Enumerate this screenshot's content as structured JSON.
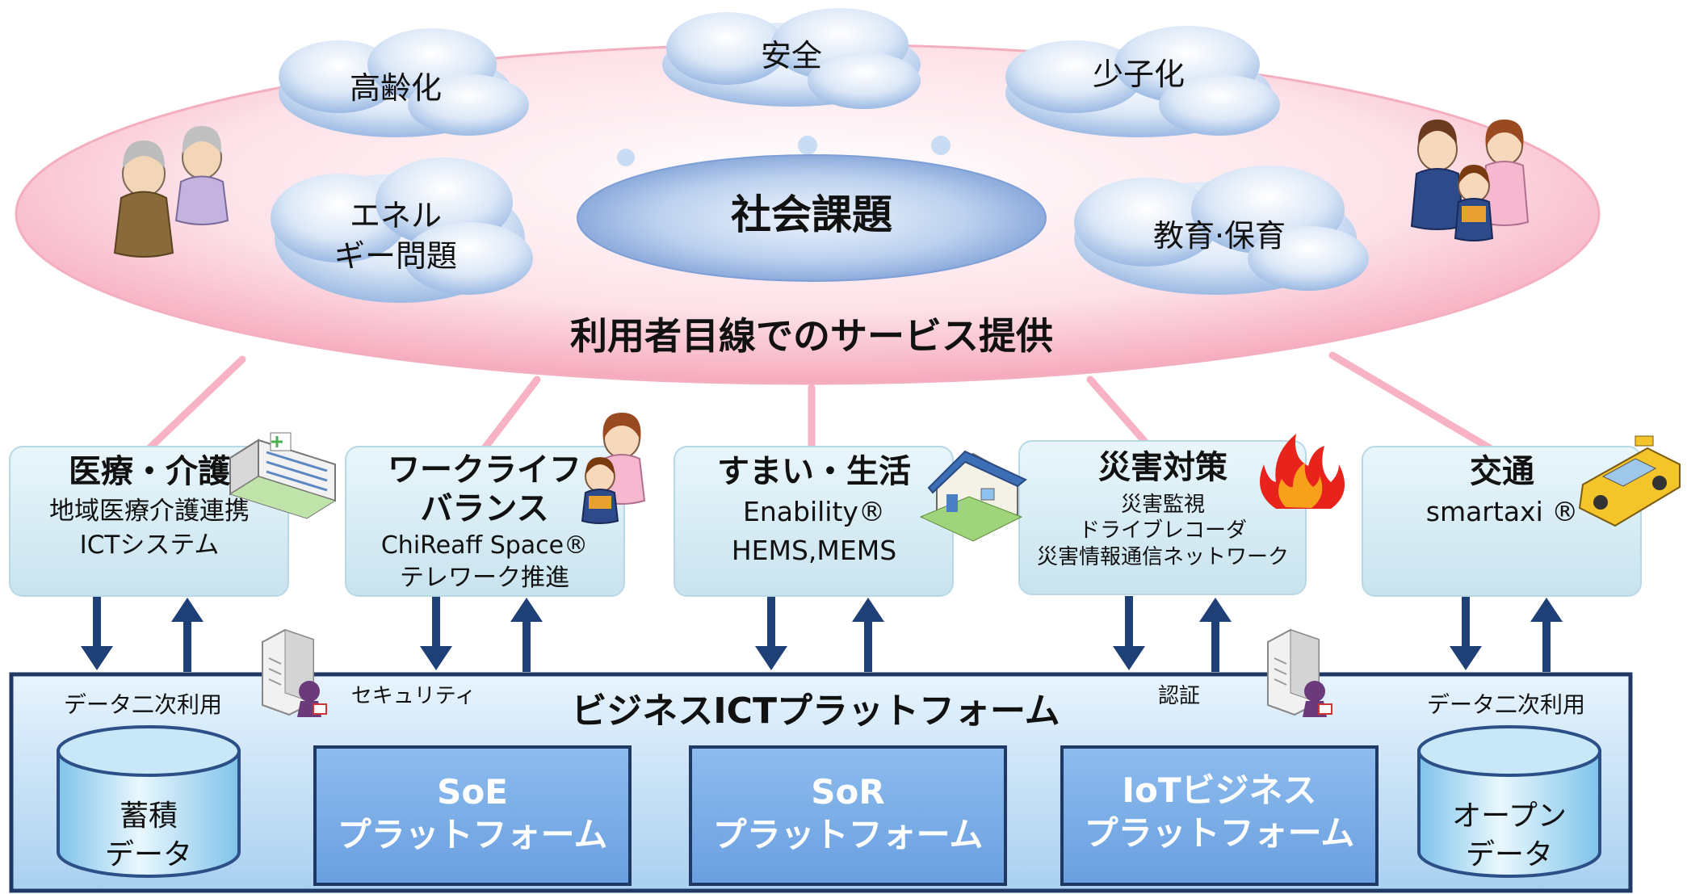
{
  "central": {
    "title": "社会課題",
    "subtitle": "利用者目線でのサービス提供"
  },
  "issues": [
    {
      "id": "aging",
      "lines": [
        "高齢化"
      ]
    },
    {
      "id": "safety",
      "lines": [
        "安全"
      ]
    },
    {
      "id": "birthrate",
      "lines": [
        "少子化"
      ]
    },
    {
      "id": "energy",
      "lines": [
        "エネル",
        "ギー問題"
      ]
    },
    {
      "id": "education",
      "lines": [
        "教育·保育"
      ]
    }
  ],
  "services": [
    {
      "id": "medical",
      "title": [
        "医療・介護"
      ],
      "lines": [
        "地域医療介護連携",
        "ICTシステム"
      ],
      "icon": "hospital-icon"
    },
    {
      "id": "worklife",
      "title": [
        "ワークライフ",
        "バランス"
      ],
      "lines": [
        "ChiReaff Space®",
        "テレワーク推進"
      ],
      "icon": "mother-child-icon"
    },
    {
      "id": "living",
      "title": [
        "すまい・生活"
      ],
      "lines": [
        "Enability®",
        "HEMS,MEMS"
      ],
      "icon": "house-icon"
    },
    {
      "id": "disaster",
      "title": [
        "災害対策"
      ],
      "lines": [
        "災害監視",
        "ドライブレコーダ",
        "災害情報通信ネットワーク"
      ],
      "icon": "fire-icon"
    },
    {
      "id": "transport",
      "title": [
        "交通"
      ],
      "lines": [
        "smartaxi ®"
      ],
      "icon": "taxi-icon"
    }
  ],
  "platform": {
    "title": "ビジネスICTプラットフォーム",
    "labels": {
      "secondary_use_left": "データ二次利用",
      "security": "セキュリティ",
      "auth": "認証",
      "secondary_use_right": "データ二次利用"
    },
    "boxes": [
      {
        "id": "soe",
        "lines": [
          "SoE",
          "プラットフォーム"
        ]
      },
      {
        "id": "sor",
        "lines": [
          "SoR",
          "プラットフォーム"
        ]
      },
      {
        "id": "iot",
        "lines": [
          "IoTビジネス",
          "プラットフォーム"
        ]
      }
    ],
    "databases": [
      {
        "id": "stored",
        "lines": [
          "蓄積",
          "データ"
        ]
      },
      {
        "id": "open",
        "lines": [
          "オープン",
          "データ"
        ]
      }
    ]
  },
  "colors": {
    "ellipse_pink": "#fbc6d1",
    "cloud_blue": "#b7cfee",
    "service_box": "#d9edf4",
    "platform_box": "#7aaee8",
    "platform_bg": "#cfe6f8",
    "arrow_navy": "#1f3f77",
    "border_navy": "#203864"
  }
}
